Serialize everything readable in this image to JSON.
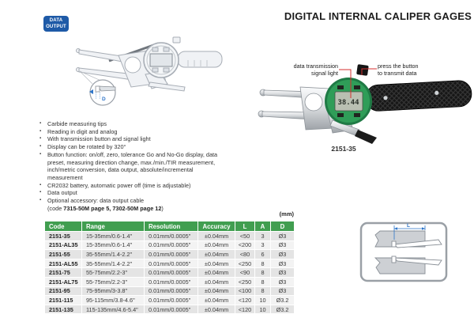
{
  "header": {
    "badge": [
      "DATA",
      "OUTPUT"
    ],
    "title": "DIGITAL INTERNAL CALIPER GAGES"
  },
  "drawing": {
    "detail_dim_label": "D"
  },
  "photo": {
    "annotation_left": [
      "data transmission",
      "signal light"
    ],
    "annotation_right": [
      "press the button",
      "to transmit data"
    ],
    "lcd_value": "38.44",
    "model_label": "2151-35"
  },
  "features": {
    "bullet_icon": "▪",
    "items": [
      "Carbide measuring tips",
      "Reading in digit and analog",
      "With transmission button and signal light",
      "Display can be rotated by 320°",
      "Button function: on/off, zero, tolerance Go and No-Go display, data preset, measuring direction change, max./min./TIR measurement, inch/metric conversion, data output, absolute/incremental measurement",
      "CR2032 battery, automatic power off (time is adjustable)",
      "Data output",
      "Optional accessory: data output cable"
    ],
    "accessory_note": {
      "prefix": "(code ",
      "bold": "7315-50M page 5, 7302-50M page 12",
      "suffix": ")"
    }
  },
  "table": {
    "unit_label": "(mm)",
    "headers": [
      "Code",
      "Range",
      "Resolution",
      "Accuracy",
      "L",
      "A",
      "D"
    ],
    "rows": [
      [
        "2151-35",
        "15-35mm/0.6-1.4\"",
        "0.01mm/0.0005\"",
        "±0.04mm",
        "<50",
        "3",
        "Ø3"
      ],
      [
        "2151-AL35",
        "15-35mm/0.6-1.4\"",
        "0.01mm/0.0005\"",
        "±0.04mm",
        "<200",
        "3",
        "Ø3"
      ],
      [
        "2151-55",
        "35-55mm/1.4-2.2\"",
        "0.01mm/0.0005\"",
        "±0.04mm",
        "<80",
        "6",
        "Ø3"
      ],
      [
        "2151-AL55",
        "35-55mm/1.4-2.2\"",
        "0.01mm/0.0005\"",
        "±0.04mm",
        "<250",
        "8",
        "Ø3"
      ],
      [
        "2151-75",
        "55-75mm/2.2-3\"",
        "0.01mm/0.0005\"",
        "±0.04mm",
        "<90",
        "8",
        "Ø3"
      ],
      [
        "2151-AL75",
        "55-75mm/2.2-3\"",
        "0.01mm/0.0005\"",
        "±0.04mm",
        "<250",
        "8",
        "Ø3"
      ],
      [
        "2151-95",
        "75-95mm/3-3.8\"",
        "0.01mm/0.0005\"",
        "±0.04mm",
        "<100",
        "8",
        "Ø3"
      ],
      [
        "2151-115",
        "95-115mm/3.8-4.6\"",
        "0.01mm/0.0005\"",
        "±0.04mm",
        "<120",
        "10",
        "Ø3.2"
      ],
      [
        "2151-135",
        "115-135mm/4.6-5.4\"",
        "0.01mm/0.0005\"",
        "±0.04mm",
        "<120",
        "10",
        "Ø3.2"
      ]
    ]
  },
  "diagram": {
    "dim_label": "L"
  },
  "colors": {
    "badge_blue": "#1e5aa7",
    "header_green": "#419e50",
    "annotation_red": "#d42f2f",
    "dimension_blue": "#2e75c8",
    "insize_green": "#2f9d58"
  }
}
